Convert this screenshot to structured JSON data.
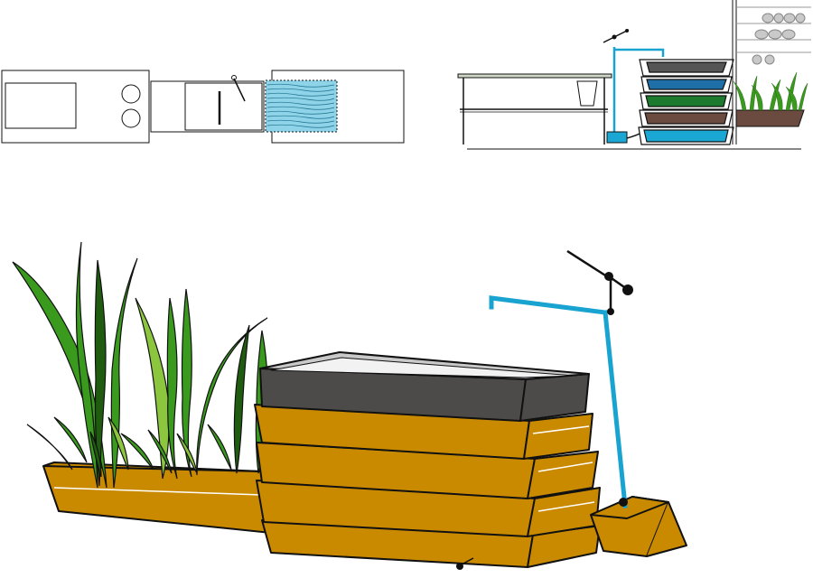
{
  "diagram": {
    "views": [
      "plan-view",
      "side-elevation",
      "perspective-view"
    ],
    "colors": {
      "outline": "#111111",
      "water": "#1aa7d4",
      "water_light": "#8fd3e8",
      "pipe": "#19a3d1",
      "tray_wood": "#c98a00",
      "tray_wood_dark": "#8a5c00",
      "reservoir_dark": "#4d4a4a",
      "reservoir_top": "#c9c9c9",
      "plant_green": "#3a9a1e",
      "plant_light": "#8cc63f",
      "plant_dark": "#1f5c10",
      "algae_green": "#1b7a2e",
      "algae_blue": "#1e6fa8",
      "planter_brown": "#6b4a40",
      "shelf_gray": "#bdbdbd"
    },
    "icons": [
      "pump-stand-icon",
      "plant-cluster-icon",
      "tray-stack-icon",
      "shelf-icon"
    ]
  }
}
